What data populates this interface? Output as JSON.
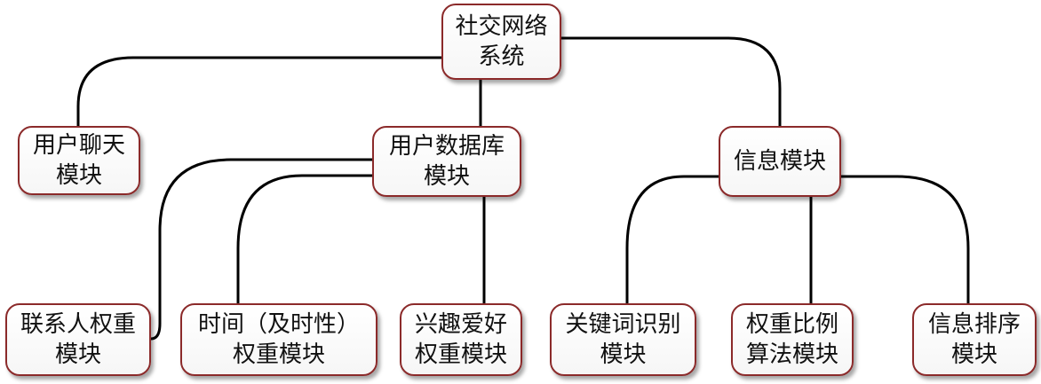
{
  "colors": {
    "node_border": "#8b2a2a",
    "connector": "#000000",
    "background": "#ffffff"
  },
  "nodes": {
    "root": {
      "line1": "社交网络",
      "line2": "系统"
    },
    "chat": {
      "line1": "用户聊天",
      "line2": "模块"
    },
    "userdb": {
      "line1": "用户数据库",
      "line2": "模块"
    },
    "info": {
      "line1": "信息模块"
    },
    "contact": {
      "line1": "联系人权重",
      "line2": "模块"
    },
    "time": {
      "line1": "时间（及时性）",
      "line2": "权重模块"
    },
    "interest": {
      "line1": "兴趣爱好",
      "line2": "权重模块"
    },
    "keyword": {
      "line1": "关键词识别",
      "line2": "模块"
    },
    "ratio": {
      "line1": "权重比例",
      "line2": "算法模块"
    },
    "sort": {
      "line1": "信息排序",
      "line2": "模块"
    }
  }
}
